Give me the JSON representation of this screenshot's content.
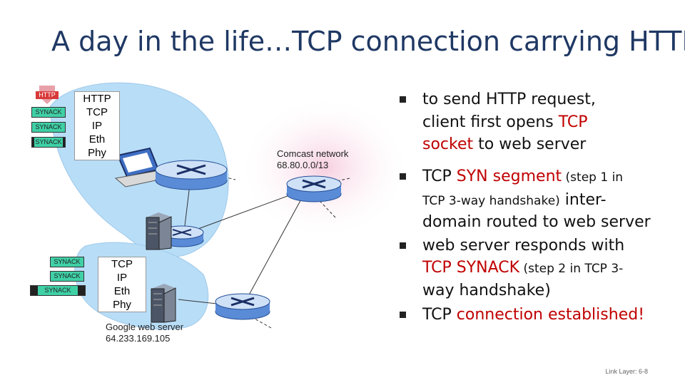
{
  "title": "A day in the life…TCP connection carrying HTTP",
  "client_stack": [
    "HTTP",
    "TCP",
    "IP",
    "Eth",
    "Phy"
  ],
  "server_stack": [
    "TCP",
    "IP",
    "Eth",
    "Phy"
  ],
  "client_packets": {
    "http": "HTTP",
    "synack": [
      "SYNACK",
      "SYNACK",
      "SYNACK"
    ]
  },
  "server_packets": [
    "SYNACK",
    "SYNACK",
    "SYNACK"
  ],
  "comcast": {
    "line1": "Comcast network",
    "line2": "68.80.0.0/13"
  },
  "google": {
    "line1": "Google web server",
    "line2": "64.233.169.105"
  },
  "bullets": {
    "b1": {
      "l1": "to send HTTP request,",
      "l2a": "client first opens ",
      "l2b": "TCP",
      "l3a": "socket",
      "l3b": " to web server"
    },
    "b2": {
      "a": "TCP ",
      "b": "SYN segment",
      "c": " (step 1 in",
      "l2a": "TCP 3-way handshake)",
      "l2b": " inter-",
      "l3": "domain routed to web server"
    },
    "b3": {
      "l1": "web server responds with",
      "l2a": "TCP SYNACK",
      "l2b": " (step 2 in TCP 3-",
      "l3": "way handshake)"
    },
    "b4": {
      "a": "TCP ",
      "b": "connection established!"
    }
  },
  "footer": "Link Layer: 6-8",
  "colors": {
    "title": "#1f3864",
    "highlight": "#c00000",
    "cloud": "#b8ddf7",
    "packet": "#3fd0a6",
    "http_packet": "#d83a3a"
  }
}
